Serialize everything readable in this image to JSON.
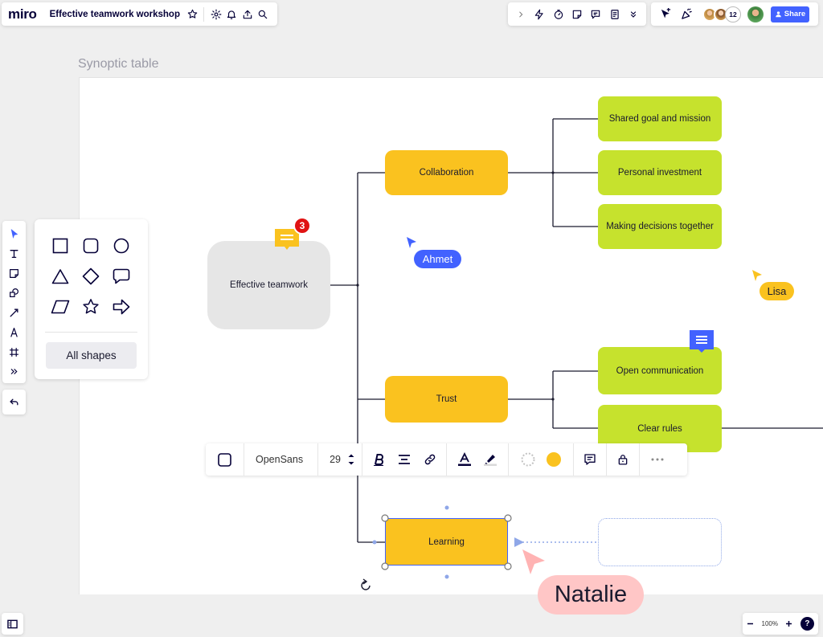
{
  "app": {
    "logo": "miro",
    "board_title": "Effective teamwork workshop"
  },
  "header": {
    "left_icons": [
      "star-icon",
      "settings-icon",
      "bell-icon",
      "upload-icon",
      "search-icon"
    ],
    "center_icons": [
      "chevron-right-icon",
      "lightning-icon",
      "timer-icon",
      "sticky-add-icon",
      "chat-icon",
      "notes-icon",
      "double-chevron-down-icon"
    ],
    "collaborator_count": "12",
    "share_label": "Share"
  },
  "frame": {
    "title": "Synoptic table"
  },
  "mindmap": {
    "root": "Effective teamwork",
    "branches": [
      "Collaboration",
      "Trust",
      "Learning"
    ],
    "leaves": [
      "Shared goal and mission",
      "Personal investment",
      "Making decisions together",
      "Open communication",
      "Clear rules"
    ]
  },
  "comments": {
    "unread_count": "3"
  },
  "cursors": {
    "ahmet": "Ahmet",
    "lisa": "Lisa",
    "natalie": "Natalie"
  },
  "shapes_panel": {
    "shapes": [
      "square-icon",
      "rounded-square-icon",
      "circle-icon",
      "triangle-icon",
      "diamond-icon",
      "speech-bubble-icon",
      "parallelogram-icon",
      "star-icon",
      "arrow-right-icon"
    ],
    "all_shapes_label": "All shapes"
  },
  "left_toolbar": {
    "tools": [
      "select-icon",
      "text-icon",
      "sticky-note-icon",
      "shapes-icon",
      "pen-line-icon",
      "pen-icon",
      "frame-icon",
      "more-tools-icon"
    ],
    "undo": "undo-icon"
  },
  "context_toolbar": {
    "font": "OpenSans",
    "font_size": "29"
  },
  "zoom": {
    "level": "100%",
    "help": "?"
  },
  "colors": {
    "accent": "#4262ff",
    "branch": "#fac21f",
    "leaf": "#c6e22d",
    "root": "#e6e6e6",
    "natalie": "#ffc6c6",
    "alert": "#e01313"
  }
}
